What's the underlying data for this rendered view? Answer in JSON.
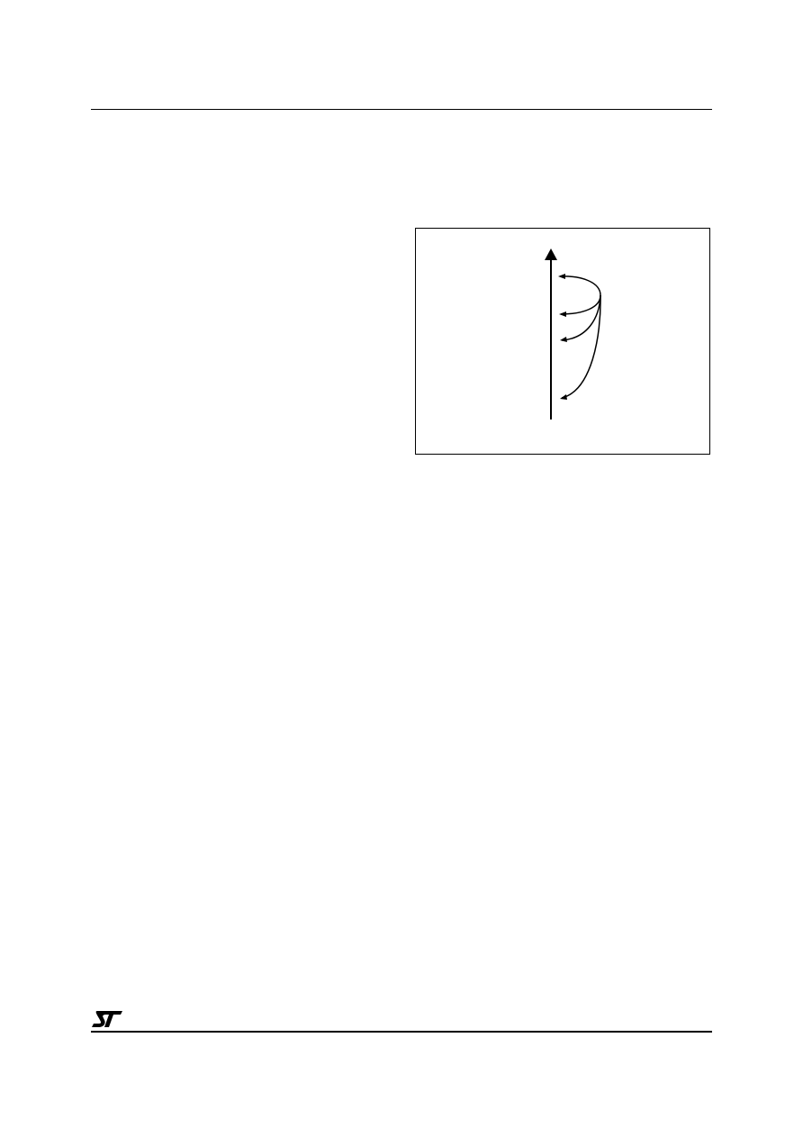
{
  "page": {
    "background": "#ffffff",
    "ink": "#000000"
  },
  "figure": {
    "icon": "trajectory-arrows-diagram"
  },
  "footer": {
    "logo": {
      "icon": "st-logo",
      "text": "ST"
    }
  }
}
